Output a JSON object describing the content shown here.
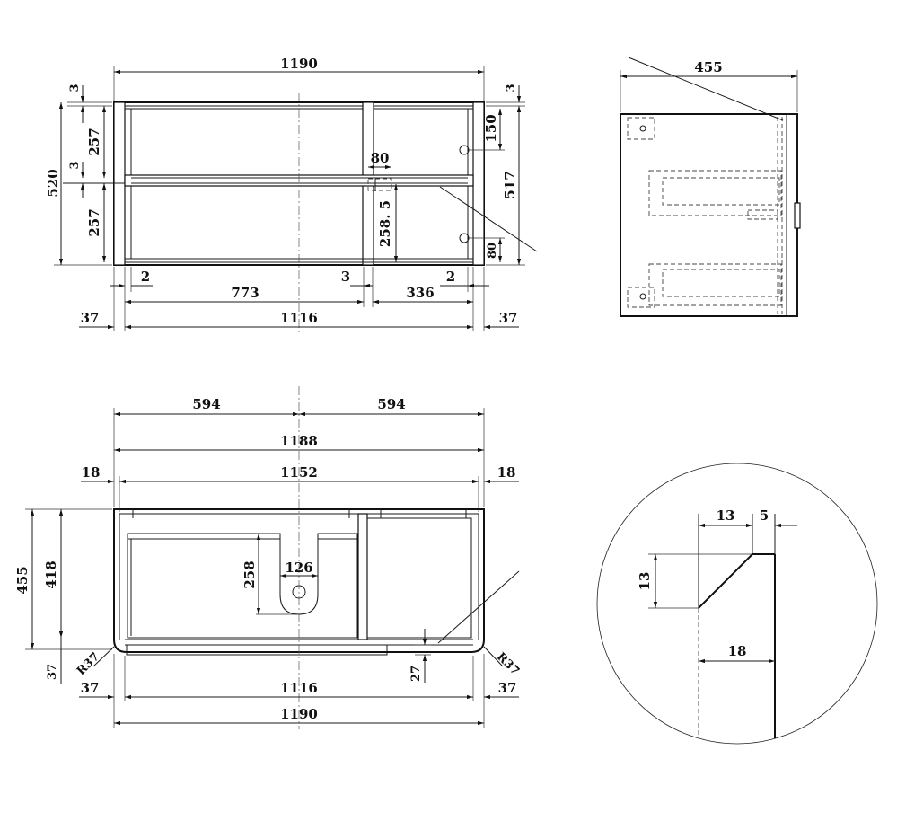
{
  "colors": {
    "line": "#111111",
    "background": "#ffffff"
  },
  "front_view": {
    "overall_width": "1190",
    "overall_height": "520",
    "inner_height": "517",
    "top_gap_left": "3",
    "top_gap_right": "3",
    "upper_compartment": "257",
    "shelf_gap": "3",
    "lower_compartment": "257",
    "hole_top_offset": "150",
    "hole_bottom_offset": "80",
    "handle_width": "80",
    "handle_height": "258. 5",
    "left_gap": "2",
    "left_door_width": "773",
    "middle_gap": "3",
    "right_door_width": "336",
    "right_gap": "2",
    "left_inset": "37",
    "inner_width": "1116",
    "right_inset": "37"
  },
  "side_view": {
    "depth": "455"
  },
  "top_view": {
    "half_left": "594",
    "half_right": "594",
    "width_1188": "1188",
    "left_side": "18",
    "inner_1152": "1152",
    "right_side": "18",
    "depth_455": "455",
    "depth_418": "418",
    "bottom_37": "37",
    "radius_left": "R37",
    "radius_right": "R37",
    "cutout_depth": "258",
    "cutout_width": "126",
    "front_27": "27",
    "left_37": "37",
    "inner_1116": "1116",
    "right_37": "37",
    "overall_1190": "1190"
  },
  "detail_view": {
    "top_13": "13",
    "top_5": "5",
    "side_13": "13",
    "thickness_18": "18"
  }
}
